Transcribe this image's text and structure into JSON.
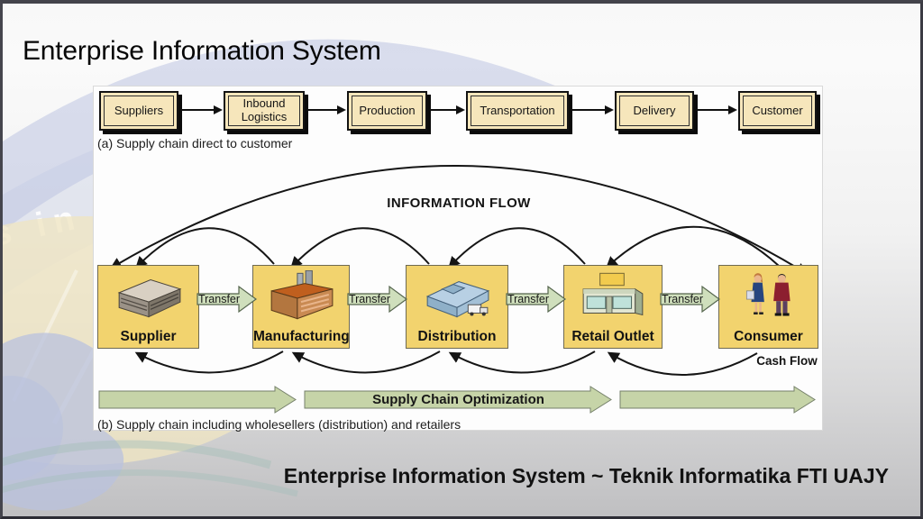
{
  "slide": {
    "title": "Enterprise Information System",
    "footer": "Enterprise Information System ~ Teknik Informatika FTI UAJY"
  },
  "chain_a": {
    "caption": "(a) Supply chain direct to customer",
    "boxes": [
      "Suppliers",
      "Inbound Logistics",
      "Production",
      "Transportation",
      "Delivery",
      "Customer"
    ]
  },
  "chain_b": {
    "caption": "(b) Supply chain including wholesellers (distribution) and retailers",
    "information_flow_label": "INFORMATION FLOW",
    "cash_flow_label": "Cash Flow",
    "transfer_label": "Transfer",
    "optimization_label": "Supply Chain Optimization",
    "boxes": [
      {
        "label": "Supplier",
        "icon": "warehouse-icon"
      },
      {
        "label": "Manufacturing",
        "icon": "factory-icon"
      },
      {
        "label": "Distribution",
        "icon": "distribution-warehouse-icon"
      },
      {
        "label": "Retail Outlet",
        "icon": "storefront-icon"
      },
      {
        "label": "Consumer",
        "icon": "consumers-icon"
      }
    ]
  },
  "colors": {
    "box_fill_a": "#f6e6bb",
    "box_fill_b": "#f2d36e",
    "transfer_green": "#cfdfbc",
    "optimization_green": "#c6d4a8",
    "arc_black": "#151515",
    "watermark_blue": "#bdc4e2",
    "watermark_cream": "#efe5c3"
  }
}
